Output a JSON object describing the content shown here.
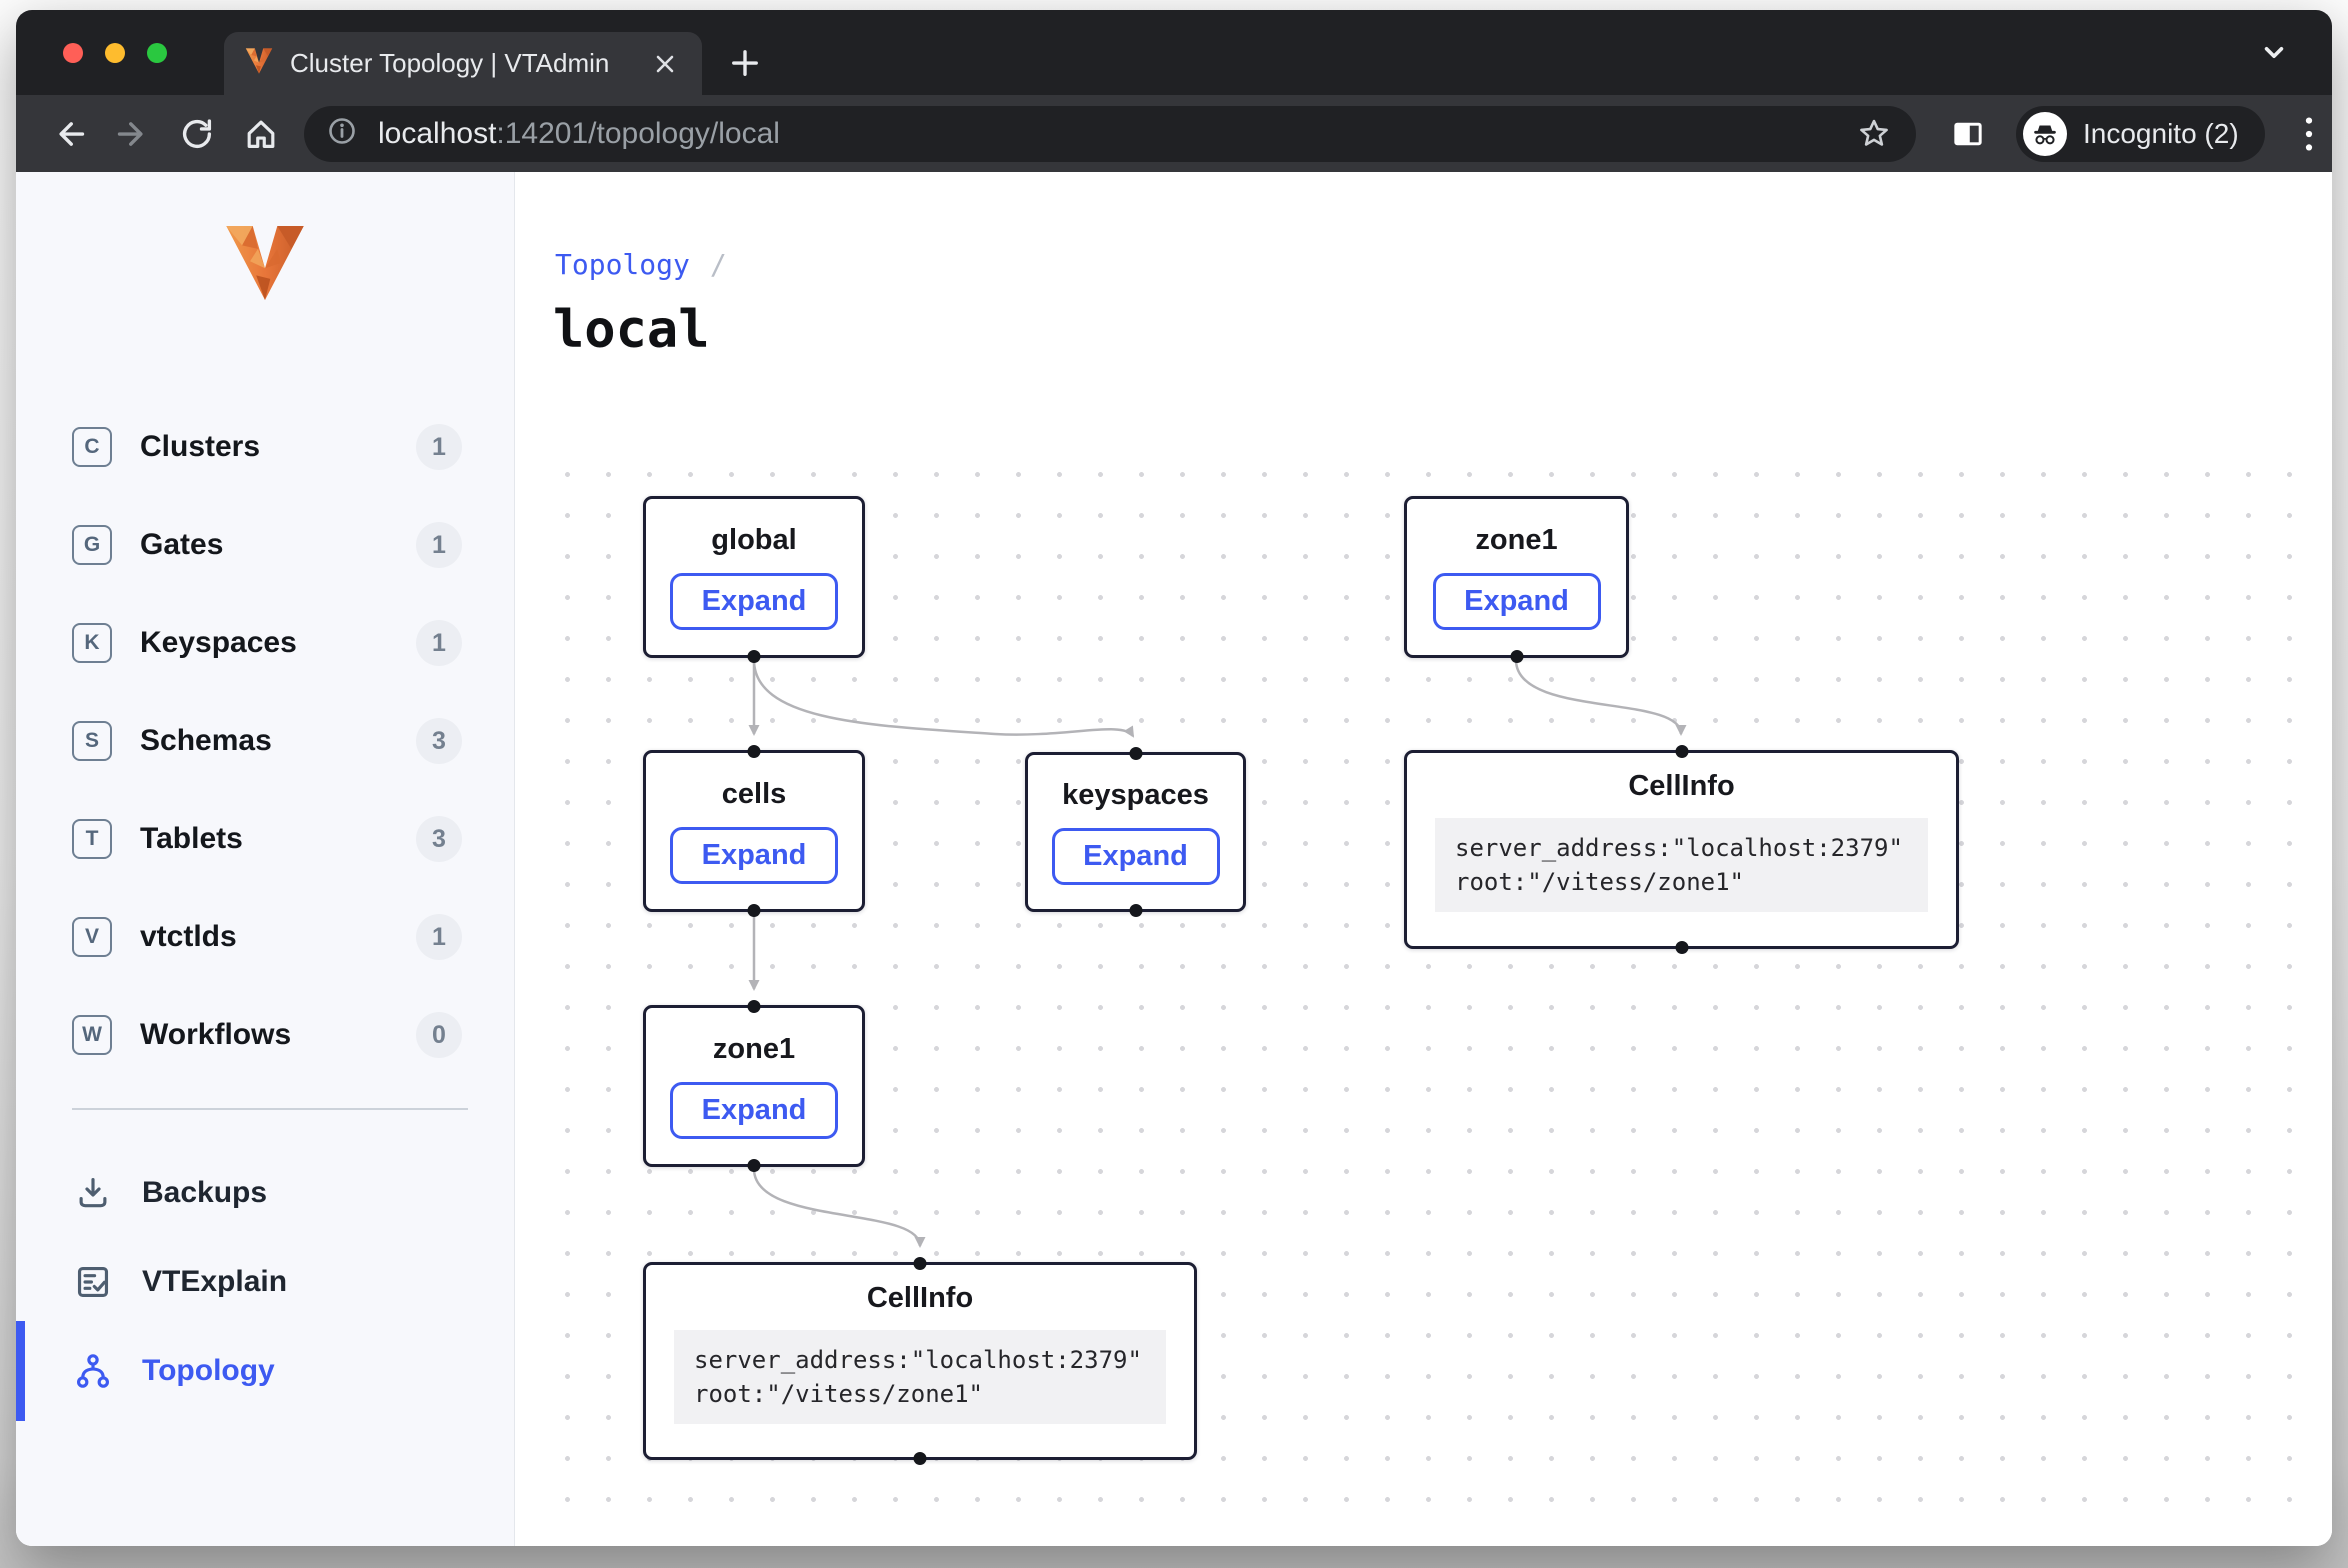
{
  "colors": {
    "accent": "#3d5af1",
    "node_border": "#1c1e33",
    "edge": "#b3b3b7",
    "logo_orange": "#e8763a",
    "browser_dark": "#202124",
    "browser_toolbar": "#35363a",
    "sidebar_bg": "#f7f8fc"
  },
  "browser": {
    "tab": {
      "title": "Cluster Topology | VTAdmin"
    },
    "toolbar": {
      "url_host": "localhost",
      "url_rest": ":14201/topology/local",
      "incognito_label": "Incognito (2)"
    }
  },
  "sidebar": {
    "items": [
      {
        "letter": "C",
        "label": "Clusters",
        "count": "1"
      },
      {
        "letter": "G",
        "label": "Gates",
        "count": "1"
      },
      {
        "letter": "K",
        "label": "Keyspaces",
        "count": "1"
      },
      {
        "letter": "S",
        "label": "Schemas",
        "count": "3"
      },
      {
        "letter": "T",
        "label": "Tablets",
        "count": "3"
      },
      {
        "letter": "V",
        "label": "vtctlds",
        "count": "1"
      },
      {
        "letter": "W",
        "label": "Workflows",
        "count": "0"
      }
    ],
    "tools": [
      {
        "label": "Backups"
      },
      {
        "label": "VTExplain"
      },
      {
        "label": "Topology"
      }
    ]
  },
  "main": {
    "breadcrumb": "Topology",
    "separator": "/",
    "title": "local"
  },
  "graph": {
    "nodes": [
      {
        "id": "global",
        "title": "global",
        "button": "Expand"
      },
      {
        "id": "zone1-top",
        "title": "zone1",
        "button": "Expand"
      },
      {
        "id": "cells",
        "title": "cells",
        "button": "Expand"
      },
      {
        "id": "keyspaces",
        "title": "keyspaces",
        "button": "Expand"
      },
      {
        "id": "cellinfo-right",
        "title": "CellInfo",
        "code_line1": "server_address:\"localhost:2379\"",
        "code_line2": "root:\"/vitess/zone1\""
      },
      {
        "id": "zone1-mid",
        "title": "zone1",
        "button": "Expand"
      },
      {
        "id": "cellinfo-bottom",
        "title": "CellInfo",
        "code_line1": "server_address:\"localhost:2379\"",
        "code_line2": "root:\"/vitess/zone1\""
      }
    ]
  }
}
